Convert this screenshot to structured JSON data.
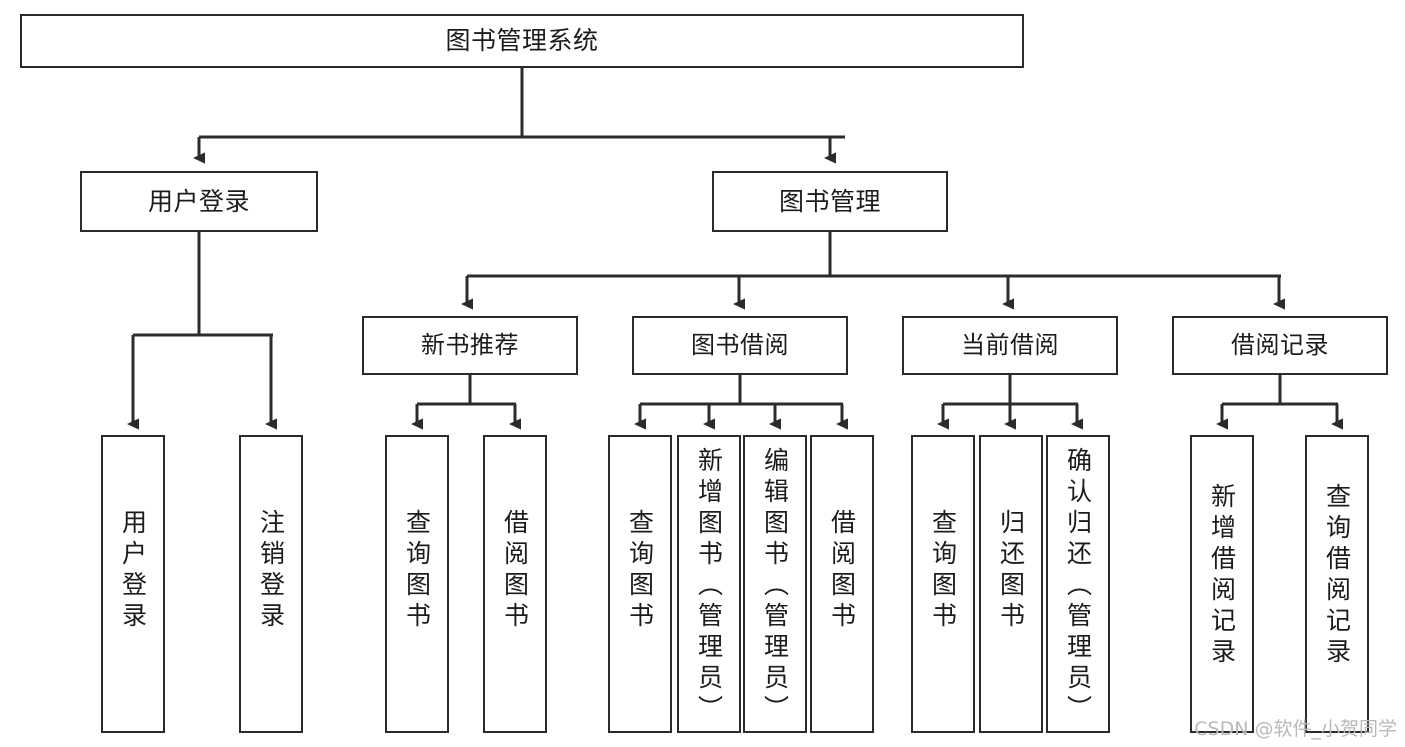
{
  "diagram": {
    "title": "图书管理系统",
    "type": "tree",
    "watermark": "CSDN @软件_小贺同学",
    "line_color": "#2b2b2b",
    "box_fill": "#ffffff",
    "text_color": "#1c1c1c",
    "watermark_color": "#b9b9b9"
  },
  "root": {
    "label": "图书管理系统"
  },
  "level2": [
    {
      "label": "用户登录"
    },
    {
      "label": "图书管理"
    }
  ],
  "level3": [
    {
      "label": "新书推荐"
    },
    {
      "label": "图书借阅"
    },
    {
      "label": "当前借阅"
    },
    {
      "label": "借阅记录"
    }
  ],
  "leaves": {
    "user_login": [
      {
        "label": "用户登录"
      },
      {
        "label": "注销登录"
      }
    ],
    "new_book": [
      {
        "label": "查询图书"
      },
      {
        "label": "借阅图书"
      }
    ],
    "book_borrow": [
      {
        "label": "查询图书"
      },
      {
        "label": "新增图书（管理员）"
      },
      {
        "label": "编辑图书（管理员）"
      },
      {
        "label": "借阅图书"
      }
    ],
    "current_borrow": [
      {
        "label": "查询图书"
      },
      {
        "label": "归还图书"
      },
      {
        "label": "确认归还（管理员）"
      }
    ],
    "borrow_record": [
      {
        "label": "新增借阅记录"
      },
      {
        "label": "查询借阅记录"
      }
    ]
  }
}
